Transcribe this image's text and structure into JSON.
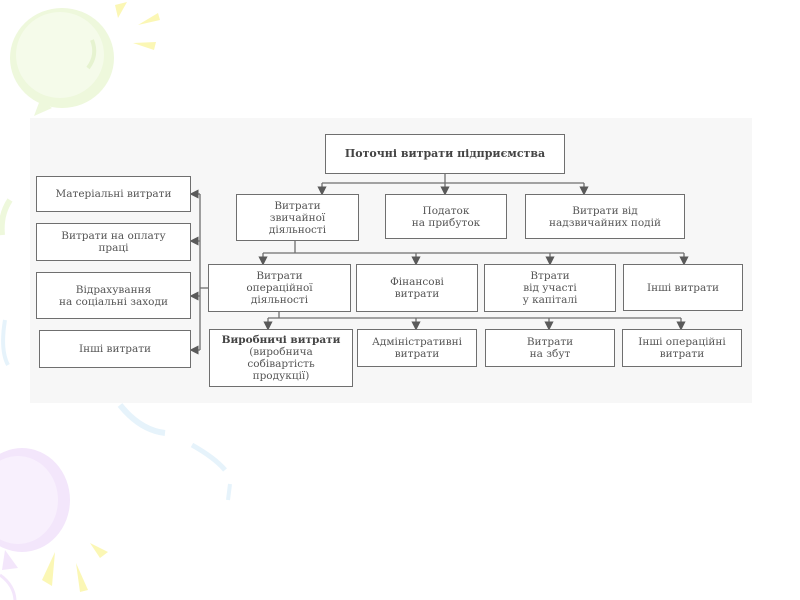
{
  "diagram": {
    "root": {
      "label": "Поточні витрати підприємства"
    },
    "level2": [
      {
        "label": "Витрати\nзвичайної\nдіяльності"
      },
      {
        "label": "Податок\nна прибуток"
      },
      {
        "label": "Витрати від\nнадзвичайних подій"
      }
    ],
    "level3": [
      {
        "label": "Витрати\nопераційної\nдіяльності"
      },
      {
        "label": "Фінансові\nвитрати"
      },
      {
        "label": "Втрати\nвід участі\nу капіталі"
      },
      {
        "label": "Інші витрати"
      }
    ],
    "level4": [
      {
        "label": "Виробничі витрати",
        "sublabel": "(виробнича\nсобівартість\nпродукції)"
      },
      {
        "label": "Адміністративні\nвитрати"
      },
      {
        "label": "Витрати\nна збут"
      },
      {
        "label": "Інші операційні\nвитрати"
      }
    ],
    "side": [
      {
        "label": "Матеріальні витрати"
      },
      {
        "label": "Витрати на оплату\nпраці"
      },
      {
        "label": "Відрахування\nна соціальні заходи"
      },
      {
        "label": "Інші витрати"
      }
    ]
  },
  "colors": {
    "line": "#6f6f6f",
    "balloon_green": "#eef8dc",
    "balloon_purple": "#f3e6fb",
    "ray_yellow": "#fbf7b5",
    "ribbon_blue": "#e6f3fb"
  }
}
